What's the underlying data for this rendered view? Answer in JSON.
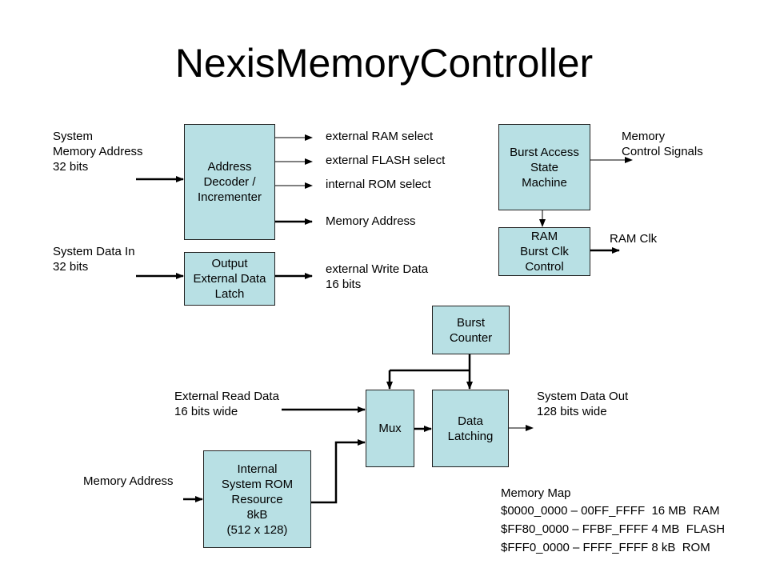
{
  "title": "NexisMemoryController",
  "blocks": {
    "address_decoder": "Address\nDecoder /\nIncrementer",
    "output_latch": "Output\nExternal Data\nLatch",
    "burst_fsm": "Burst Access\nState\nMachine",
    "ram_clk_control": "RAM\nBurst Clk\nControl",
    "burst_counter": "Burst\nCounter",
    "mux": "Mux",
    "data_latching": "Data\nLatching",
    "internal_rom": "Internal\nSystem ROM\nResource\n8kB\n(512 x 128)"
  },
  "signals": {
    "sys_mem_addr": "System\nMemory Address\n32 bits",
    "sys_data_in": "System Data In\n32 bits",
    "ext_ram_select": "external RAM select",
    "ext_flash_select": "external FLASH select",
    "int_rom_select": "internal ROM select",
    "memory_address_out": "Memory Address",
    "ext_write_data": "external Write Data\n16 bits",
    "mem_control_signals": "Memory\nControl Signals",
    "ram_clk": "RAM Clk",
    "ext_read_data": "External Read Data\n16 bits wide",
    "rom_memory_address": "Memory Address",
    "sys_data_out": "System Data Out\n128 bits wide"
  },
  "memory_map": {
    "heading": "Memory Map",
    "entries": [
      "$0000_0000 – 00FF_FFFF  16 MB  RAM",
      "$FF80_0000 – FFBF_FFFF 4 MB  FLASH",
      "$FFF0_0000 – FFFF_FFFF 8 kB  ROM"
    ]
  },
  "colors": {
    "block_fill": "#b8e0e4",
    "line": "#000000"
  }
}
